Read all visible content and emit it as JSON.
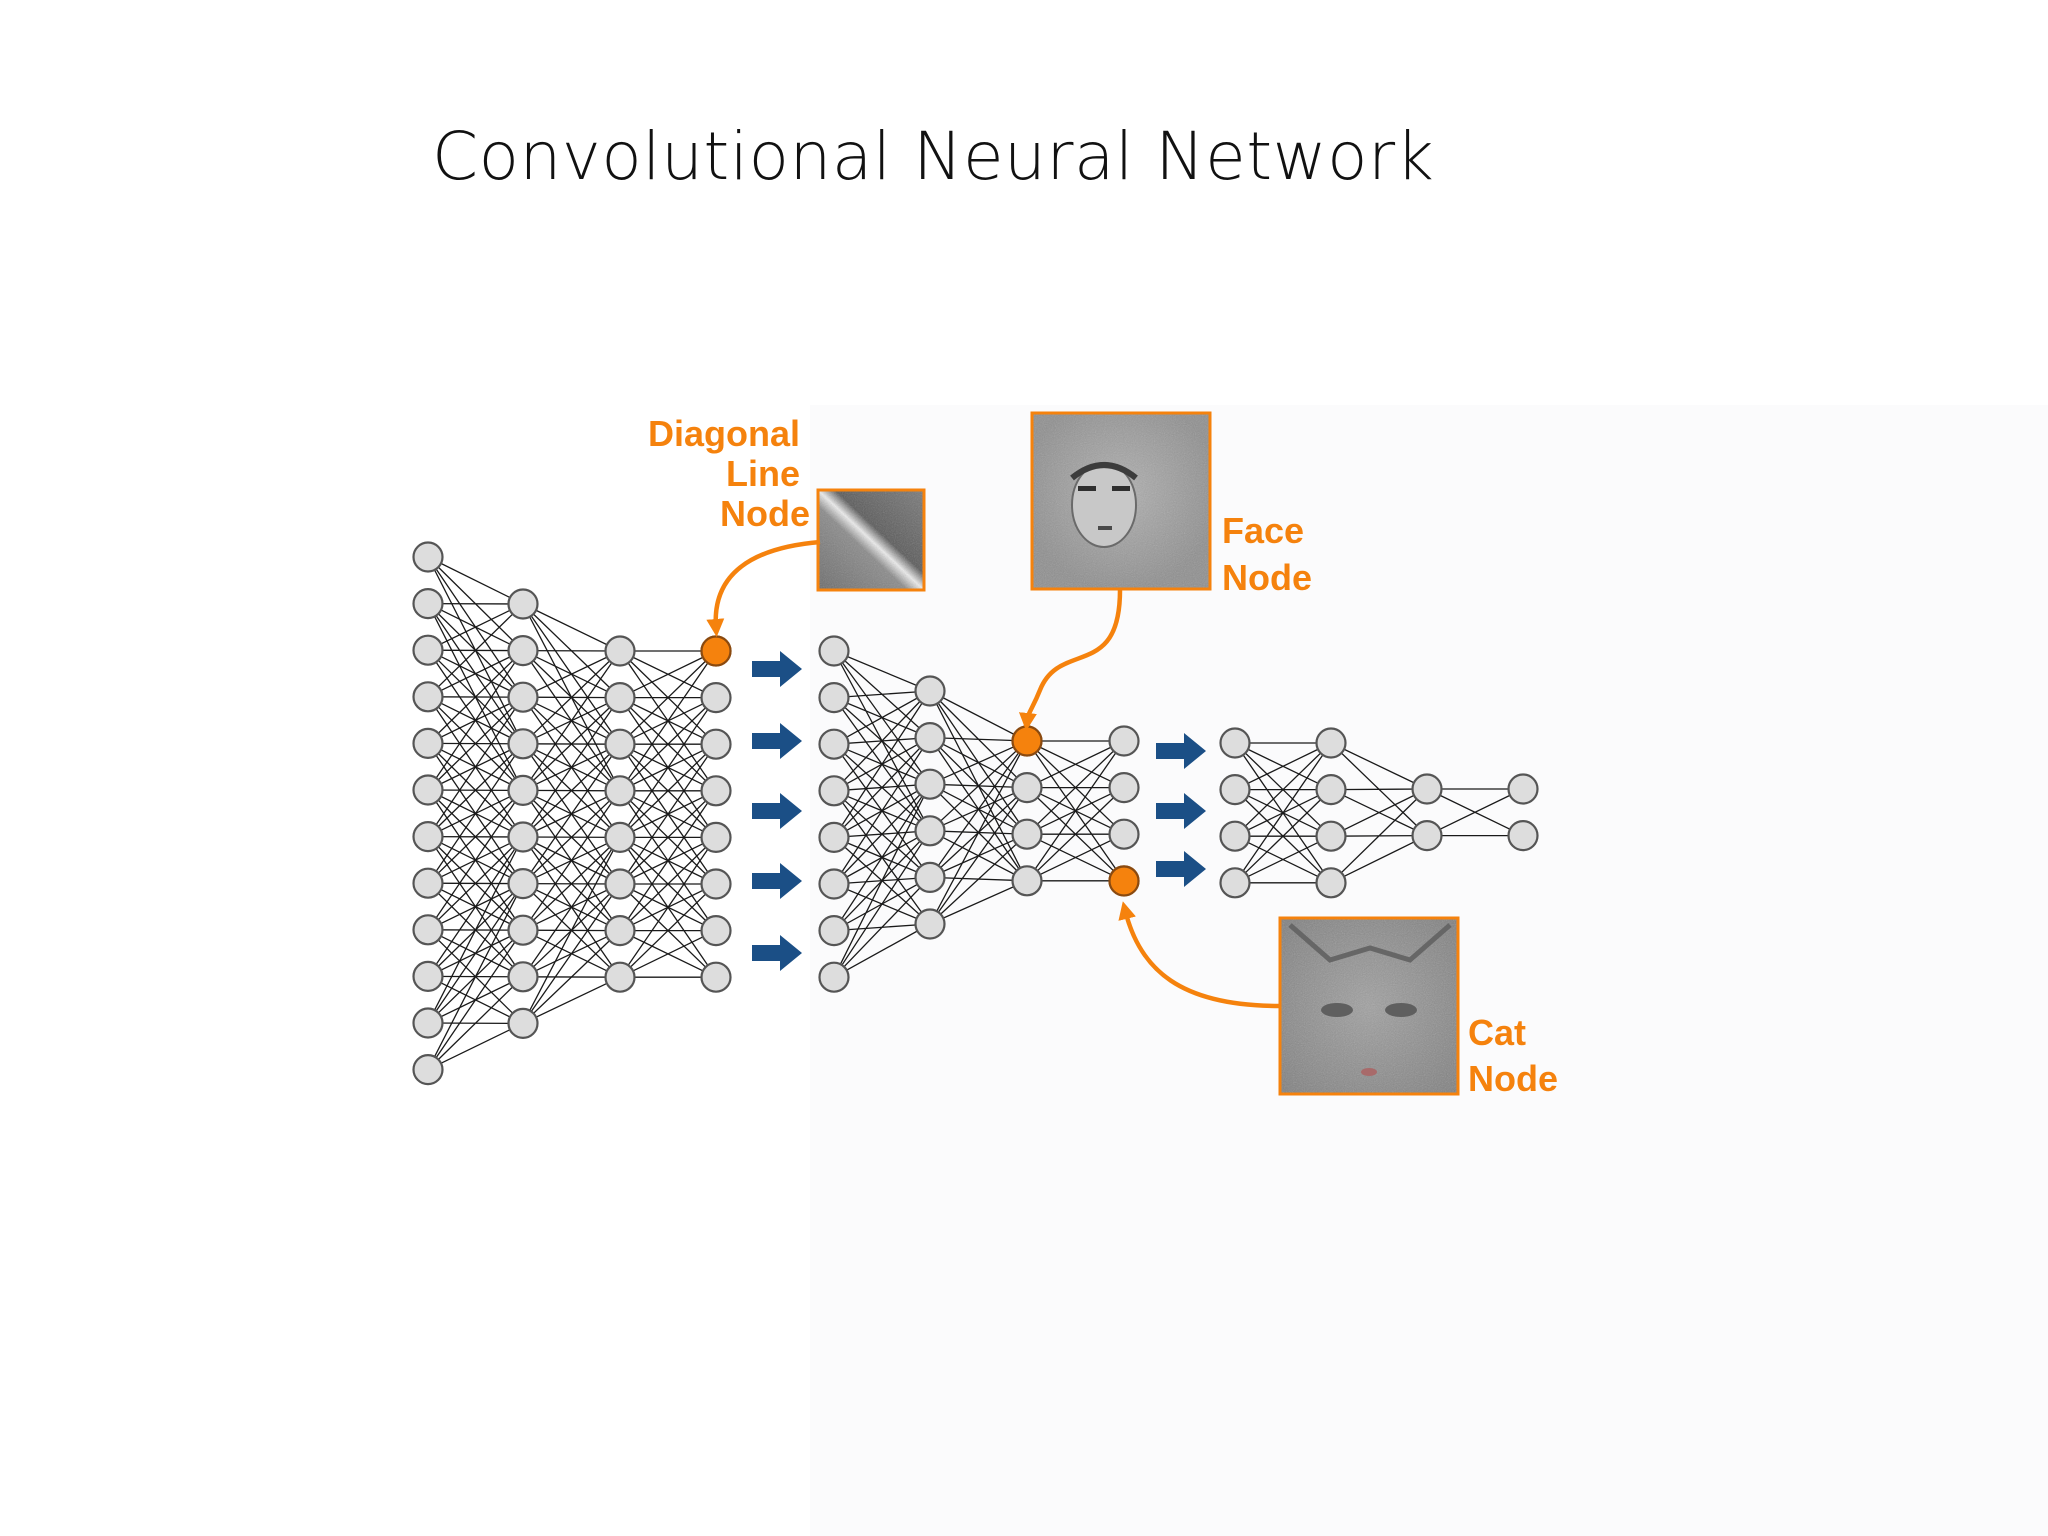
{
  "slide": {
    "title": "Convolutional Neural Network"
  },
  "diagram": {
    "callouts": [
      {
        "id": "diagonal",
        "lines": [
          "Diagonal",
          "Line",
          "Node"
        ],
        "image": "diagonal-line-feature-thumbnail"
      },
      {
        "id": "face",
        "lines": [
          "Face",
          "Node"
        ],
        "image": "face-feature-thumbnail"
      },
      {
        "id": "cat",
        "lines": [
          "Cat",
          "Node"
        ],
        "image": "cat-feature-thumbnail"
      }
    ],
    "colors": {
      "highlight_node": "#f5820d",
      "node_fill": "#dddddd",
      "node_stroke": "#555555",
      "edge": "#1a1a1a",
      "flow_arrow": "#1b4f86",
      "title_text": "#111111"
    },
    "icons": {
      "flow_arrow": "right-arrow-icon"
    }
  }
}
